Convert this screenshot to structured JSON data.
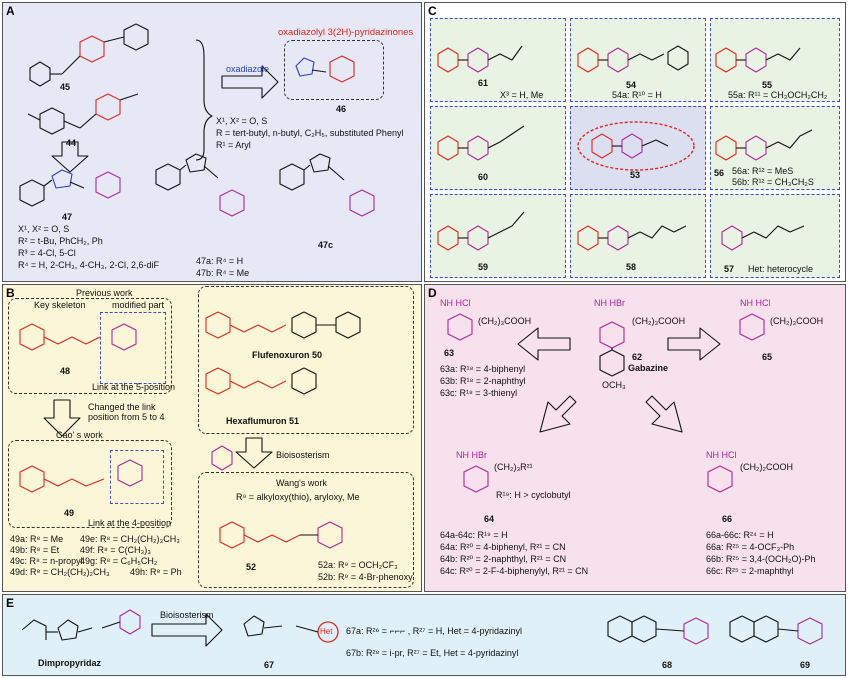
{
  "colors": {
    "panelA": "#e6e8f6",
    "panelB": "#fbf6d8",
    "panelC": "#e8f3e3",
    "panelD": "#f7e1ec",
    "panelE": "#e0f0f8",
    "red": "#e0261b",
    "magenta": "#b0249a",
    "blue": "#2a3fbf"
  },
  "panels": {
    "a": "A",
    "b": "B",
    "c": "C",
    "d": "D",
    "e": "E"
  },
  "a": {
    "oxadiazole": "oxadiazole",
    "title": "oxadiazolyl 3(2H)-pyridazinones",
    "c45": "45",
    "c44": "44",
    "c46": "46",
    "c47": "47",
    "c47c": "47c",
    "x_line": "X¹, X² = O, S",
    "r_line": "R = tert-butyl, n-butyl, C₂H₅, substituted Phenyl",
    "r1_line": "R¹ = Aryl",
    "s47_x": "X¹, X² = O, S",
    "s47_r2": "R² = t-Bu, PhCH₂, Ph",
    "s47_r3": "R³ = 4-Cl, 5-Cl",
    "s47_r4": "R⁴ = H, 2-CH₃, 4-CH₃, 2-Cl, 2,6-diF",
    "c47a": "47a: R⁴ = H",
    "c47b": "47b: R⁴ = Me"
  },
  "b": {
    "previous": "Previous work",
    "key": "Key skeleton",
    "modified": "modified part",
    "c48": "48",
    "link5": "Link at the 5-position",
    "changed": "Changed the link position from 5 to 4",
    "cao": "Cao' s  work",
    "c49": "49",
    "link4": "Link at the 4-position",
    "list49": [
      "49a: R⁸ = Me",
      "49e: R⁸ = CH₂(CH₂)₃CH₃",
      "49b: R⁸ = Et",
      "49f: R⁸ = C(CH₃)₃",
      "49c: R⁸ = n-propyl",
      "49g: R⁸ = C₆H₅CH₂",
      "49d: R⁸ = CH₂(CH₂)₂CH₃",
      "49h: R⁸ = Ph"
    ],
    "flufen": "Flufenoxuron  50",
    "hexa": "Hexaflumuron  51",
    "bioiso": "Bioisosterism",
    "wang": "Wang's work",
    "r9": "R⁹ = alkyloxy(thio), aryloxy, Me",
    "c52": "52",
    "c52a": "52a: R⁹ = OCH₂CF₃",
    "c52b": "52b: R⁹ = 4-Br-phenoxy"
  },
  "c": {
    "c61": "61",
    "n61": "X³ = H, Me",
    "c54": "54",
    "n54": "54a: R¹⁰ = H",
    "c55": "55",
    "n55": "55a: R¹¹ = CH₃OCH₂CH₂",
    "c60": "60",
    "c53": "53",
    "c56": "56",
    "n56a": "56a: R¹² = MeS",
    "n56b": "56b: R¹² = CH₃CH₂S",
    "c59": "59",
    "c58": "58",
    "c57": "57",
    "n57": "Het: heterocycle"
  },
  "d": {
    "c62": "62",
    "gaba": "Gabazine",
    "c63": "63",
    "n63a": "63a: R¹⁸ = 4-biphenyl",
    "n63b": "63b: R¹⁸ = 2-naphthyl",
    "n63c": "63c: R¹⁸ = 3-thienyl",
    "c65": "65",
    "c64": "64",
    "c64range": "64a-64c: R¹⁹ = H",
    "n64a": "64a: R²⁰ = 4-biphenyl, R²¹ = CN",
    "n64b": "64b: R²⁰ = 2-naphthyl, R²¹ = CN",
    "n64c": "64c: R²⁰ = 2-F-4-biphenylyl, R²¹ = CN",
    "r19": "R¹⁹: H > cyclobutyl",
    "c66": "66",
    "c66range": "66a-66c: R²⁴ = H",
    "n66a": "66a: R²⁵ = 4-OCF₃-Ph",
    "n66b": "66b: R²⁵ = 3,4-(OCH₂O)-Ph",
    "n66c": "66c: R²⁵ = 2-maphthyl",
    "nh_hcl": "NH HCl",
    "nh_hbr": "NH HBr",
    "cooh": "(CH₂)₃COOH",
    "cooh2": "(CH₂)₂COOH",
    "ch2r21": "(CH₂)₃R²¹",
    "och3": "OCH₃"
  },
  "e": {
    "dimp": "Dimpropyridaz",
    "bioiso": "Bioisosterism",
    "c67": "67",
    "n67a": "67a: R²⁶ = ⌐⌐⌐ , R²⁷ = H, Het = 4-pyridazinyl",
    "n67b": "67b: R²⁸ = i-pr, R²⁷ = Et, Het = 4-pyridazinyl",
    "c68": "68",
    "c69": "69",
    "het": "Het"
  }
}
